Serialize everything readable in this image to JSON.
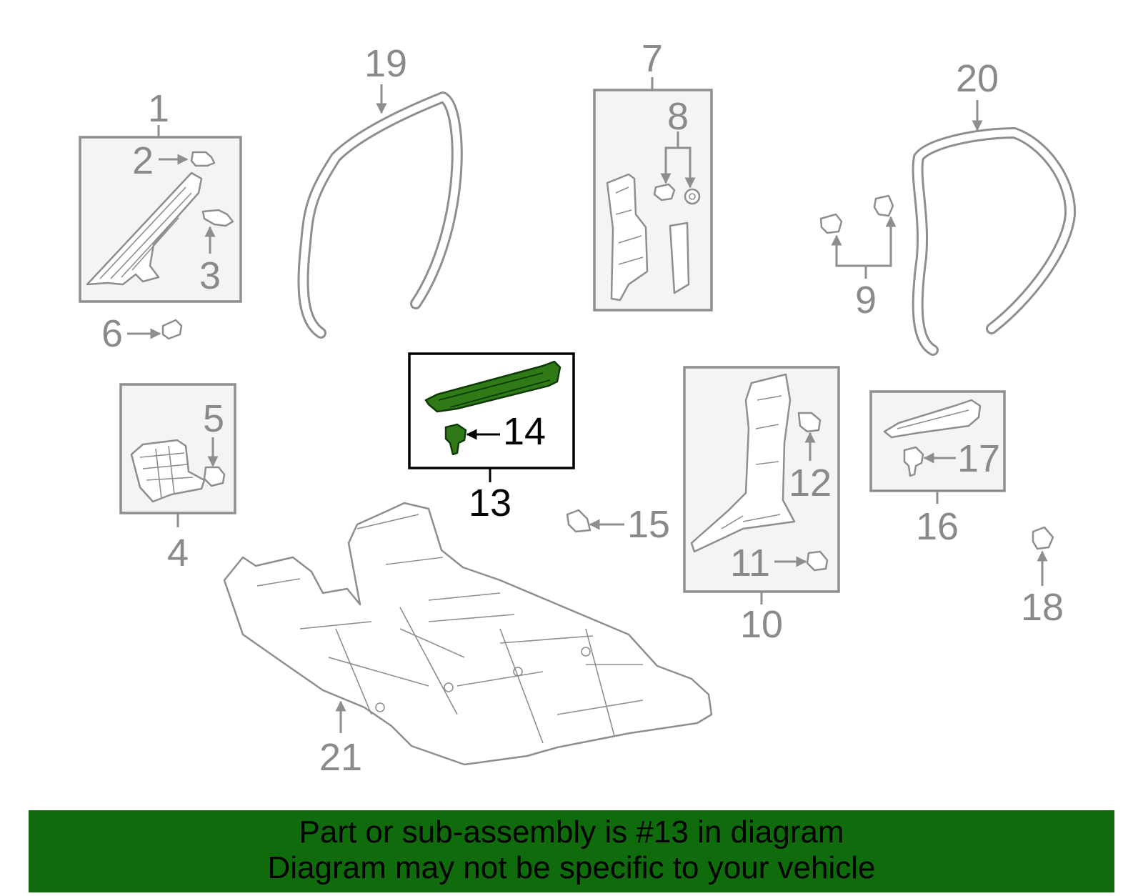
{
  "diagram": {
    "callouts": [
      "1",
      "2",
      "3",
      "4",
      "5",
      "6",
      "7",
      "8",
      "9",
      "10",
      "11",
      "12",
      "13",
      "14",
      "15",
      "16",
      "17",
      "18",
      "19",
      "20",
      "21"
    ],
    "highlighted_part": "13",
    "highlight_color": "#2f7a16"
  },
  "banner": {
    "line1": "Part or sub-assembly is #13 in diagram",
    "line2": "Diagram may not be specific to your vehicle",
    "background": "#0f6b0c"
  }
}
